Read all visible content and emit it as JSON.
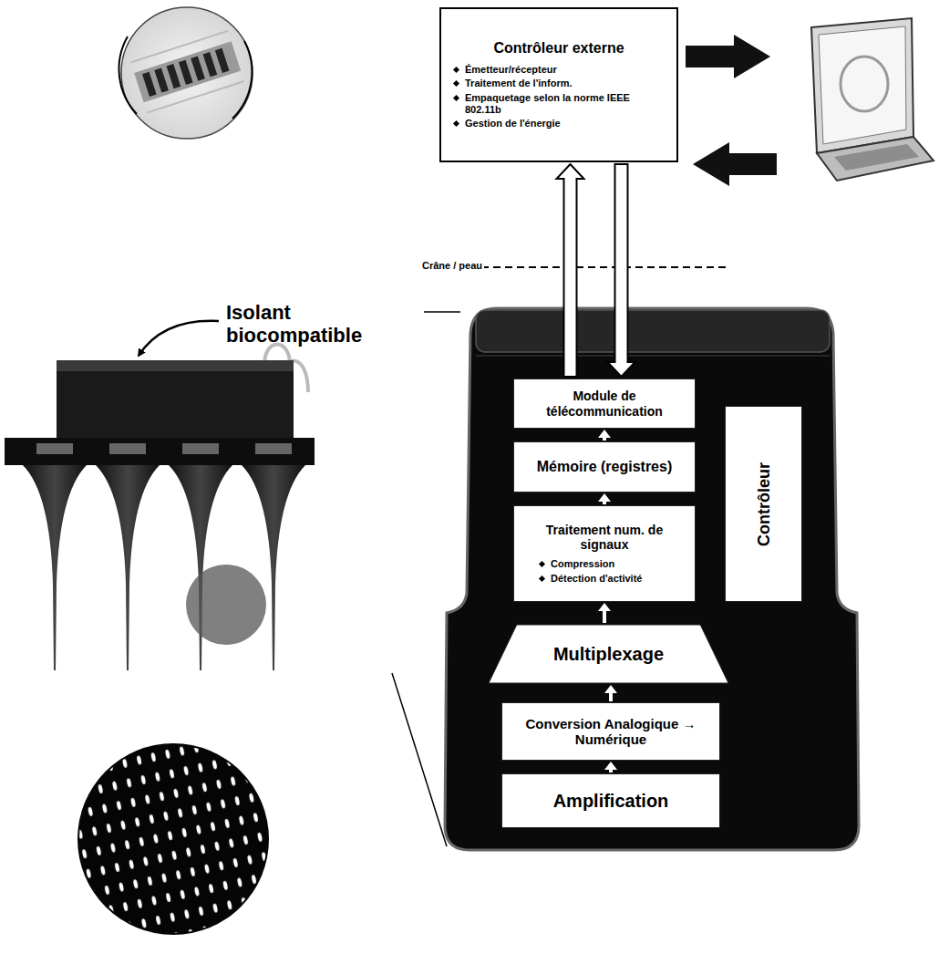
{
  "diagram": {
    "nodes": [
      {
        "text": [
          "Contrôleur externe",
          "Émetteur/récepteur",
          "Traitement de l'inform.",
          "Empaquetage selon la norme IEEE 802.11b",
          "Gestion de l'énergie"
        ]
      },
      {
        "text": [
          "Module de télécommunication"
        ]
      },
      {
        "text": [
          "Mémoire (registres)"
        ]
      },
      {
        "text": [
          "Traitement num. de signaux",
          "Compression",
          "Détection d'activité"
        ]
      },
      {
        "text": [
          "Contrôleur"
        ]
      },
      {
        "text": [
          "Multiplexage"
        ]
      },
      {
        "text": [
          "Conversion Analogique → Numérique"
        ]
      },
      {
        "text": [
          "Amplification"
        ]
      }
    ],
    "edges": [
      {
        "from": 7,
        "to": 6,
        "arrow": "to"
      },
      {
        "from": 6,
        "to": 5,
        "arrow": "to"
      },
      {
        "from": 5,
        "to": 3,
        "arrow": "to"
      },
      {
        "from": 3,
        "to": 2,
        "arrow": "to"
      },
      {
        "from": 2,
        "to": 1,
        "arrow": "to"
      },
      {
        "from": 1,
        "to": 0,
        "arrow": "to"
      },
      {
        "from": 0,
        "to": 1,
        "arrow": "to"
      }
    ],
    "labels": [
      "Crâne / peau",
      "Isolant biocompatible"
    ]
  }
}
